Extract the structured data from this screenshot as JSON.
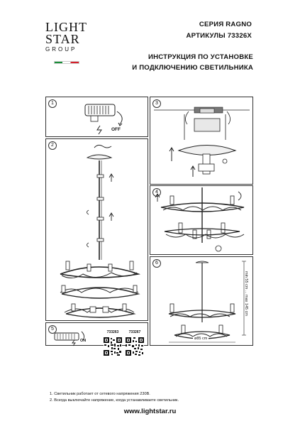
{
  "logo": {
    "line1": "LIGHT",
    "line2": "STAR",
    "line3": "GROUP"
  },
  "header": {
    "series": "СЕРИЯ RAGNO",
    "articles": "АРТИКУЛЫ 73326X",
    "title1": "ИНСТРУКЦИЯ ПО УСТАНОВКЕ",
    "title2": "И ПОДКЛЮЧЕНИЮ СВЕТИЛЬНИКА"
  },
  "steps": [
    {
      "num": "1",
      "label": "OFF"
    },
    {
      "num": "2"
    },
    {
      "num": "3"
    },
    {
      "num": "4"
    },
    {
      "num": "5",
      "label": "ON"
    },
    {
      "num": "6",
      "dim_height": "min 55 cm ... max 145 cm",
      "dim_diameter": "ø85 cm"
    }
  ],
  "qr": {
    "code1": "733263",
    "code2": "733267"
  },
  "notes": [
    "1. Светильник работает от сетевого напряжения 230В.",
    "2. Всегда выключайте напряжение, когда устанавливаете светильник."
  ],
  "footer": {
    "website": "www.lightstar.ru"
  }
}
